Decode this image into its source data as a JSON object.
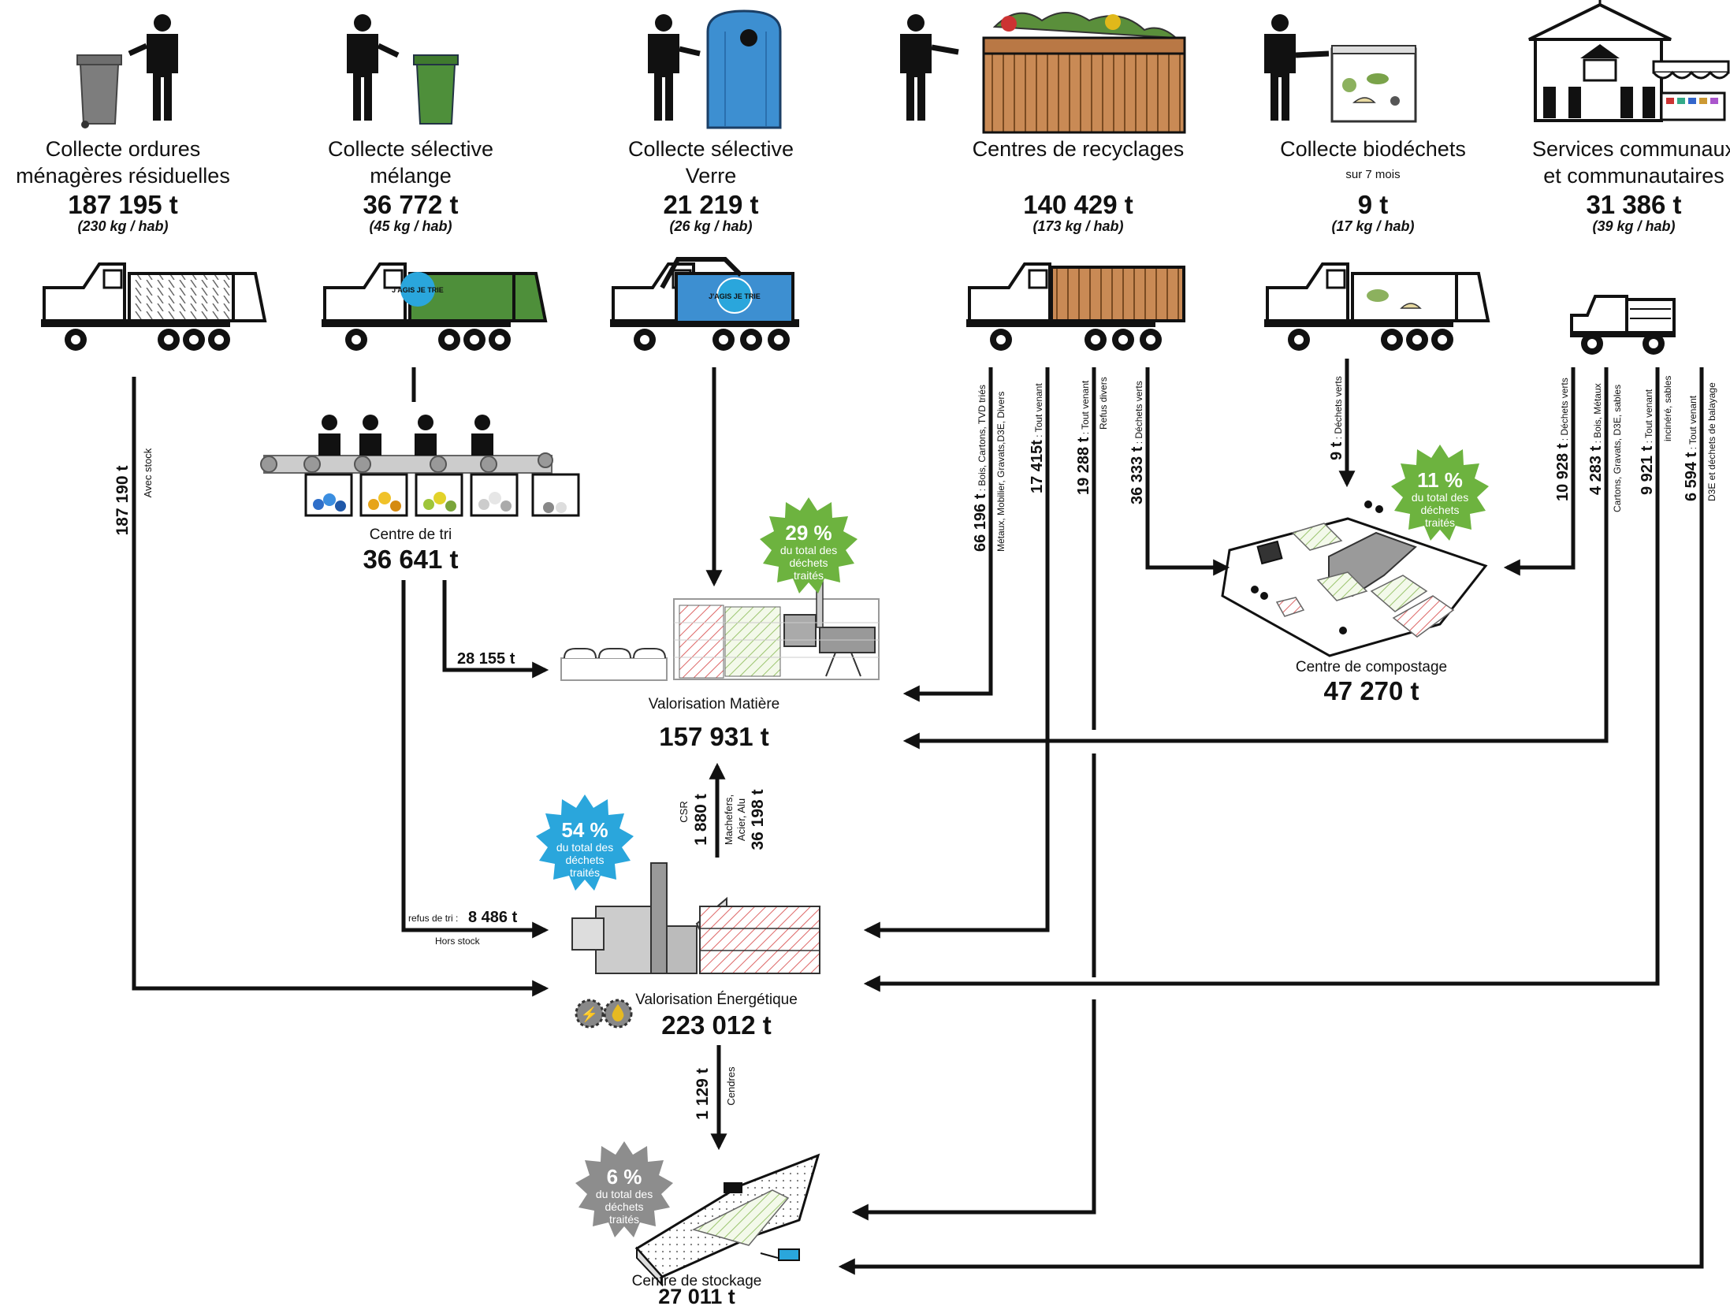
{
  "sources": [
    {
      "title_lines": [
        "Collecte ordures",
        "ménagères résiduelles"
      ],
      "subtitle": "",
      "tonnage": "187 195 t",
      "per_hab": "(230 kg / hab)"
    },
    {
      "title_lines": [
        "Collecte sélective",
        "mélange"
      ],
      "subtitle": "",
      "tonnage": "36 772 t",
      "per_hab": "(45 kg / hab)"
    },
    {
      "title_lines": [
        "Collecte sélective",
        "Verre"
      ],
      "subtitle": "",
      "tonnage": "21 219 t",
      "per_hab": "(26 kg / hab)"
    },
    {
      "title_lines": [
        "Centres de recyclages",
        ""
      ],
      "subtitle": "",
      "tonnage": "140 429 t",
      "per_hab": "(173 kg / hab)"
    },
    {
      "title_lines": [
        "Collecte biodéchets",
        ""
      ],
      "subtitle": "sur 7 mois",
      "tonnage": "9 t",
      "per_hab": "(17 kg / hab)"
    },
    {
      "title_lines": [
        "Services communaux",
        "et communautaires"
      ],
      "subtitle": "",
      "tonnage": "31 386 t",
      "per_hab": "(39 kg / hab)"
    }
  ],
  "truck_badges": {
    "selective": "J'AGIS JE TRIE",
    "verre": "J'AGIS JE TRIE"
  },
  "centre_tri": {
    "label": "Centre de tri",
    "tonnage": "36 641 t"
  },
  "valorisation_matiere": {
    "label": "Valorisation Matière",
    "tonnage": "157 931 t",
    "pct": "29 %",
    "pct_text": [
      "du total des",
      "déchets",
      "traités"
    ]
  },
  "valorisation_energetique": {
    "label": "Valorisation Énergétique",
    "tonnage": "223 012 t",
    "pct": "54 %",
    "pct_text": [
      "du total des",
      "déchets",
      "traités"
    ]
  },
  "centre_compostage": {
    "label": "Centre de compostage",
    "tonnage": "47 270 t",
    "pct": "11 %",
    "pct_text": [
      "du total des",
      "déchets",
      "traités"
    ]
  },
  "centre_stockage": {
    "label": "Centre de stockage",
    "tonnage": "27 011 t",
    "pct": "6 %",
    "pct_text": [
      "du total des",
      "déchets",
      "traités"
    ]
  },
  "flows": {
    "omr": {
      "value": "187 190 t",
      "note": "Avec stock"
    },
    "tri_matiere": {
      "value": "28 155 t"
    },
    "refus_tri": {
      "prefix": "refus de tri : ",
      "value": "8 486 t",
      "note": "Hors stock"
    },
    "csr": {
      "value": "1 880 t",
      "note": "CSR"
    },
    "machefers": {
      "value": "36 198 t",
      "note1": "Machefers,",
      "note2": "Acier, Alu"
    },
    "cendres": {
      "value": "1 129 t",
      "note": "Cendres"
    },
    "bio": {
      "value": "9 t",
      "note": " : Déchets verts"
    },
    "rec_matiere": {
      "value": "66 196 t",
      "note1": " : Bois, Cartons, TVD triés",
      "note2": "Métaux, Mobilier, Gravats,D3E, Divers"
    },
    "rec_energie": {
      "value": "17 415t",
      "note": " : Tout venant"
    },
    "rec_stockage": {
      "value": "19 288 t",
      "note1": " : Tout venant",
      "note2": "Refus divers"
    },
    "rec_compost": {
      "value": "36 333 t",
      "note": " : Déchets verts"
    },
    "sc_compost": {
      "value": "10 928 t",
      "note": " : Déchets verts"
    },
    "sc_matiere": {
      "value": "4 283 t",
      "note1": " : Bois, Métaux",
      "note2": "Cartons, Gravats, D3E, sables"
    },
    "sc_energie": {
      "value": "9 921 t",
      "note1": " : Tout venant",
      "note2": "incinéré, sables"
    },
    "sc_stockage": {
      "value": "6 594 t",
      "note1": " : Tout venant",
      "note2": "D3E et déchets de balayage"
    }
  },
  "colors": {
    "pct_green": "#6db33f",
    "pct_blue": "#2aa6dc",
    "pct_grey": "#8d8d8d",
    "bin_grey": "#7d7d7d",
    "bin_green": "#4e8f3a",
    "verre_blue": "#3d8fd1",
    "wood": "#c98a55",
    "arrow": "#111111"
  },
  "icons": [
    "person-icon",
    "grey-bin-icon",
    "green-bin-icon",
    "glass-container-icon",
    "recycling-skip-icon",
    "biowaste-bin-icon",
    "town-hall-icon",
    "market-stall-icon",
    "garbage-truck-icon",
    "pickup-truck-icon",
    "sorting-conveyor-icon",
    "factory-icon",
    "incinerator-icon",
    "compost-platform-icon",
    "landfill-icon"
  ]
}
